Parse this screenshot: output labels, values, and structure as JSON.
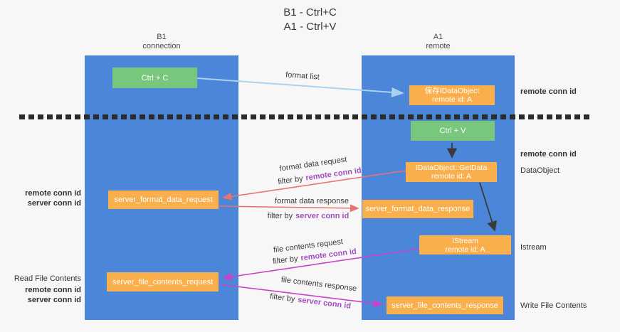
{
  "title": {
    "line1": "B1 - Ctrl+C",
    "line2": "A1 - Ctrl+V"
  },
  "lanes": {
    "left": {
      "name": "B1",
      "role": "connection"
    },
    "right": {
      "name": "A1",
      "role": "remote"
    }
  },
  "nodes": {
    "ctrl_c": {
      "label": "Ctrl + C"
    },
    "ctrl_v": {
      "label": "Ctrl + V"
    },
    "save_dataobject": {
      "line1": "保存IDataObject",
      "line2": "remote id: A"
    },
    "getdata": {
      "line1": "IDataObject::GetData",
      "line2": "remote id: A"
    },
    "istream": {
      "line1": "IStream",
      "line2": "remote id: A"
    },
    "server_format_data_request": {
      "label": "server_format_data_request"
    },
    "server_format_data_response": {
      "label": "server_format_data_response"
    },
    "server_file_contents_request": {
      "label": "server_file_contents_request"
    },
    "server_file_contents_response": {
      "label": "server_file_contents_response"
    }
  },
  "flow_labels": {
    "format_list": "format list",
    "format_data_request": "format data request",
    "format_data_response": "format data response",
    "file_contents_request": "file contents request",
    "file_contents_response": "file contents response",
    "filter_by": "filter by",
    "remote_conn_id": "remote conn id",
    "server_conn_id": "server conn id"
  },
  "side_labels": {
    "remote_conn_id": "remote conn id",
    "server_conn_id": "server conn id",
    "dataobject": "DataObject",
    "istream": "Istream",
    "read_file_contents": "Read File Contents",
    "write_file_contents": "Write File Contents"
  },
  "colors": {
    "lane_blue": "#4c86d8",
    "box_orange": "#f9af4b",
    "box_green": "#79c77d",
    "purple_label": "#a44fc0",
    "green_label": "#53ad63",
    "arrow_light_blue": "#a9d2f0",
    "arrow_salmon": "#e8746e",
    "arrow_magenta": "#cb42c9",
    "arrow_black": "#3b3b3b",
    "separator_dark": "#2b2b2b"
  }
}
